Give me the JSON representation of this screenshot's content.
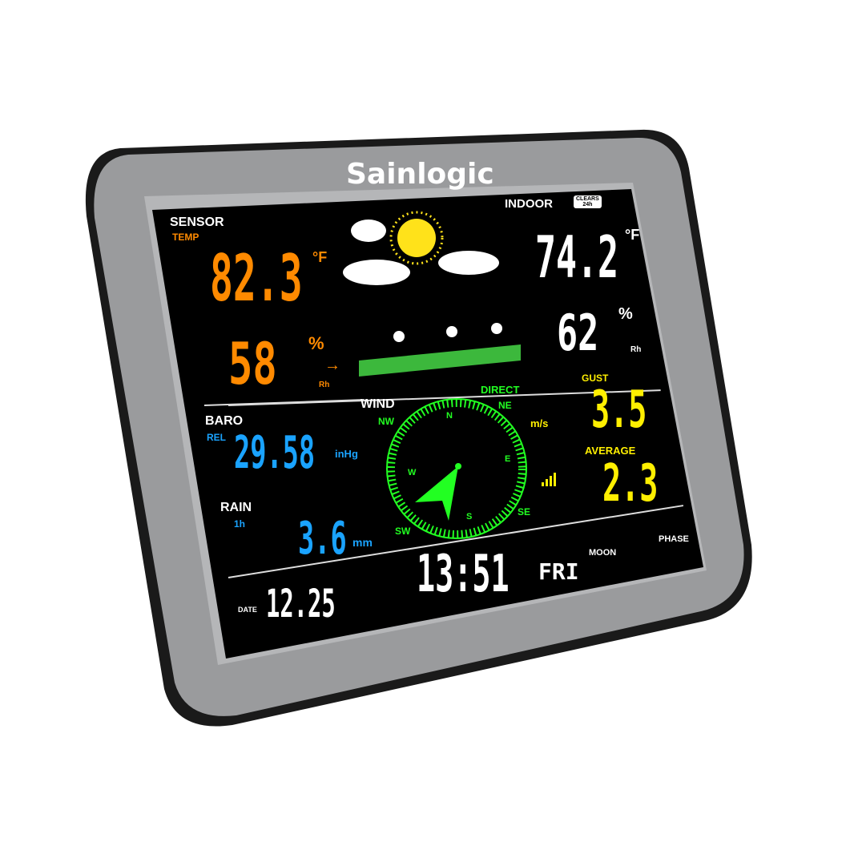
{
  "brand": "Sainlogic",
  "colors": {
    "body": "#9a9b9d",
    "bezel": "#111111",
    "screen": "#000000",
    "outdoor": "#ff8a00",
    "baro": "#1aa3ff",
    "wind_speed": "#ffef00",
    "compass": "#22ff22"
  },
  "sensor": {
    "title": "SENSOR",
    "subtitle": "TEMP",
    "temp": "82.3",
    "temp_unit": "°F",
    "humidity": "58",
    "humidity_unit": "%",
    "rh_label": "Rh",
    "trend_icon": "arrow-right-icon"
  },
  "forecast": {
    "icon": "partly-sunny-icon"
  },
  "indoor": {
    "title": "INDOOR",
    "clears_label": "CLEARS",
    "clears_period": "24h",
    "temp": "74.2",
    "temp_unit": "°F",
    "humidity": "62",
    "humidity_unit": "%",
    "rh_label": "Rh"
  },
  "baro": {
    "title": "BARO",
    "mode": "REL",
    "value": "29.58",
    "unit": "inHg"
  },
  "rain": {
    "title": "RAIN",
    "period": "1h",
    "value": "3.6",
    "unit": "mm"
  },
  "wind": {
    "title": "WIND",
    "direction_label": "DIRECT",
    "labels": [
      "N",
      "NE",
      "E",
      "SE",
      "S",
      "SW",
      "W",
      "NW"
    ],
    "direction": "SW",
    "unit": "m/s"
  },
  "gust": {
    "title": "GUST",
    "value": "3.5"
  },
  "average": {
    "title": "AVERAGE",
    "value": "2.3"
  },
  "moon": {
    "title": "MOON",
    "phase_label": "PHASE"
  },
  "date": {
    "label": "DATE",
    "value": "12.25"
  },
  "time": {
    "value": "13:51",
    "weekday": "FRI"
  }
}
